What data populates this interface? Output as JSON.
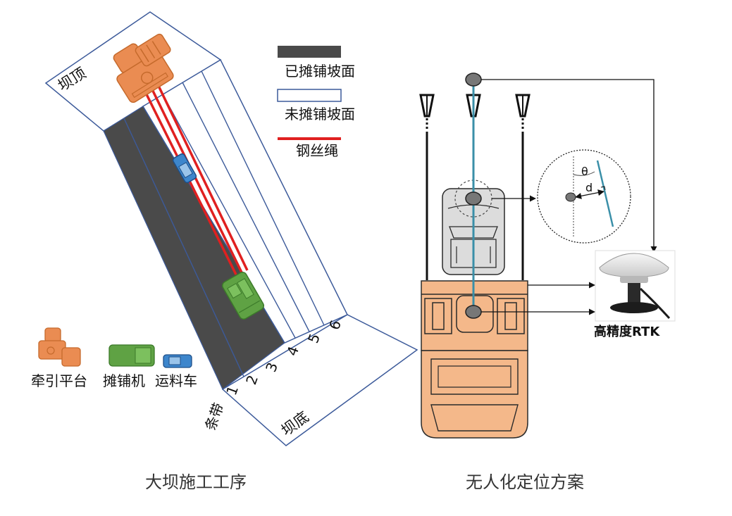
{
  "left": {
    "caption": "大坝施工工序",
    "crest_label": "坝顶",
    "bottom_label": "坝底",
    "strip_label": "条带",
    "strip_numbers": [
      "1",
      "2",
      "3",
      "4",
      "5",
      "6"
    ],
    "legend": {
      "paved": "已摊铺坡面",
      "unpaved": "未摊铺坡面",
      "rope": "钢丝绳"
    },
    "machines": {
      "traction": "牵引平台",
      "paver": "摊铺机",
      "truck": "运料车"
    }
  },
  "right": {
    "caption": "无人化定位方案",
    "rtk_label": "高精度RTK",
    "theta": "θ",
    "d": "d"
  },
  "colors": {
    "paved": "#4a4a4a",
    "outline": "#3c5a9a",
    "rope": "#e02020",
    "traction": "#ea8c52",
    "paver": "#5fa244",
    "truck": "#3d86cc",
    "vehicle_body": "#f4b88a",
    "cab": "#dcdcdc",
    "cable": "#3a8fa8"
  }
}
